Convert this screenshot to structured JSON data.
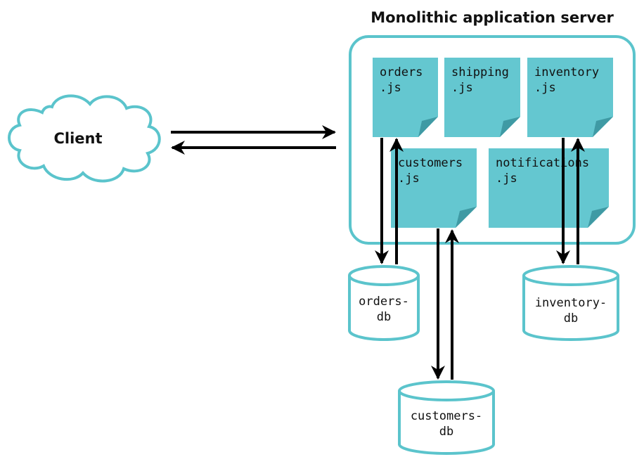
{
  "title": "Monolithic application server",
  "client": {
    "label": "Client"
  },
  "files": {
    "orders": {
      "line1": "orders",
      "line2": ".js"
    },
    "shipping": {
      "line1": "shipping",
      "line2": ".js"
    },
    "inventory": {
      "line1": "inventory",
      "line2": ".js"
    },
    "customers": {
      "line1": "customers",
      "line2": ".js"
    },
    "notifications": {
      "line1": "notifications",
      "line2": ".js"
    }
  },
  "databases": {
    "orders": {
      "line1": "orders-",
      "line2": "db"
    },
    "inventory": {
      "line1": "inventory-",
      "line2": "db"
    },
    "customers": {
      "line1": "customers-",
      "line2": "db"
    }
  },
  "colors": {
    "teal": "#5bc4cc",
    "file_fill": "#64c7d0",
    "file_fold": "#3f9aa4",
    "arrow": "#000000",
    "text": "#111111"
  }
}
